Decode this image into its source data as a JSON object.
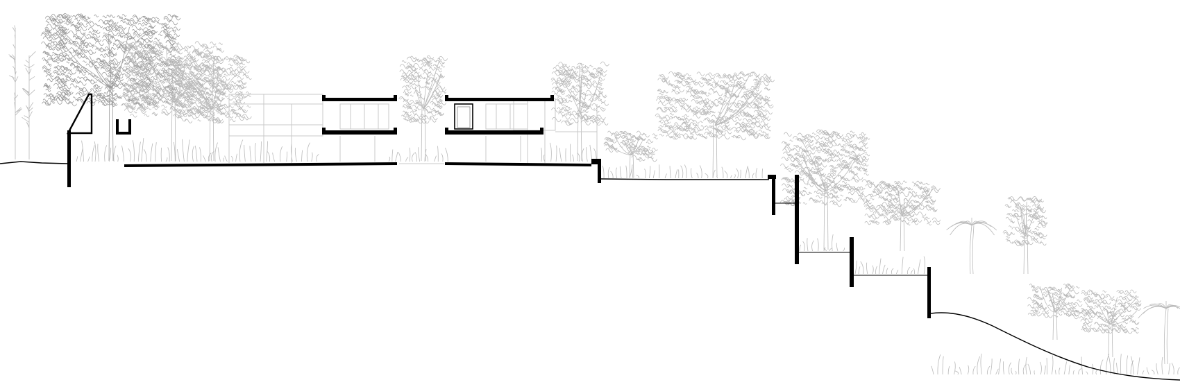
{
  "drawing": {
    "kind": "architectural site section",
    "colors": {
      "background": "#ffffff",
      "section_cut": "#000000",
      "vegetation": "#b9b9b9",
      "elevation_lines": "#c8c8c8"
    },
    "elements": {
      "terraces": 4,
      "retaining_walls": 5,
      "building_floors": 2
    }
  }
}
